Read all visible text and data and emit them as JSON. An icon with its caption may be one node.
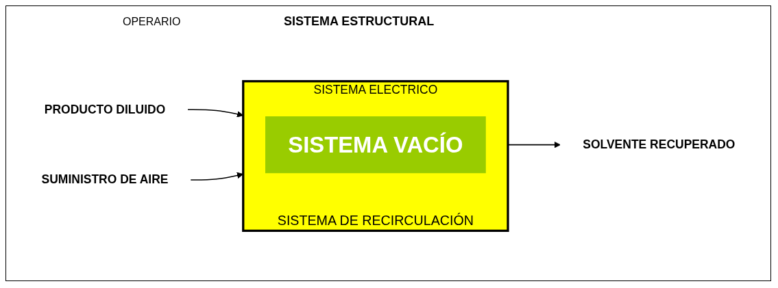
{
  "diagram": {
    "title": "SISTEMA ESTRUCTURAL",
    "nodes": [
      {
        "text": [
          "PRODUCTO DILUIDO"
        ]
      },
      {
        "text": [
          "SISTEMA ELECTRICO",
          "SISTEMA DE RECIRCULACIÓN"
        ]
      },
      {
        "text": [
          "SISTEMA VACÍO"
        ],
        "in": 1
      },
      {
        "text": [
          "SOLVENTE RECUPERADO"
        ]
      },
      {
        "text": [
          "SUMINISTRO DE AIRE"
        ]
      }
    ],
    "edges": [
      {
        "from": 0,
        "to": 1,
        "arrow": "to"
      },
      {
        "from": 1,
        "to": 3,
        "arrow": "to"
      },
      {
        "from": 4,
        "to": 1,
        "arrow": "to"
      }
    ],
    "labels": [
      "OPERARIO"
    ]
  }
}
